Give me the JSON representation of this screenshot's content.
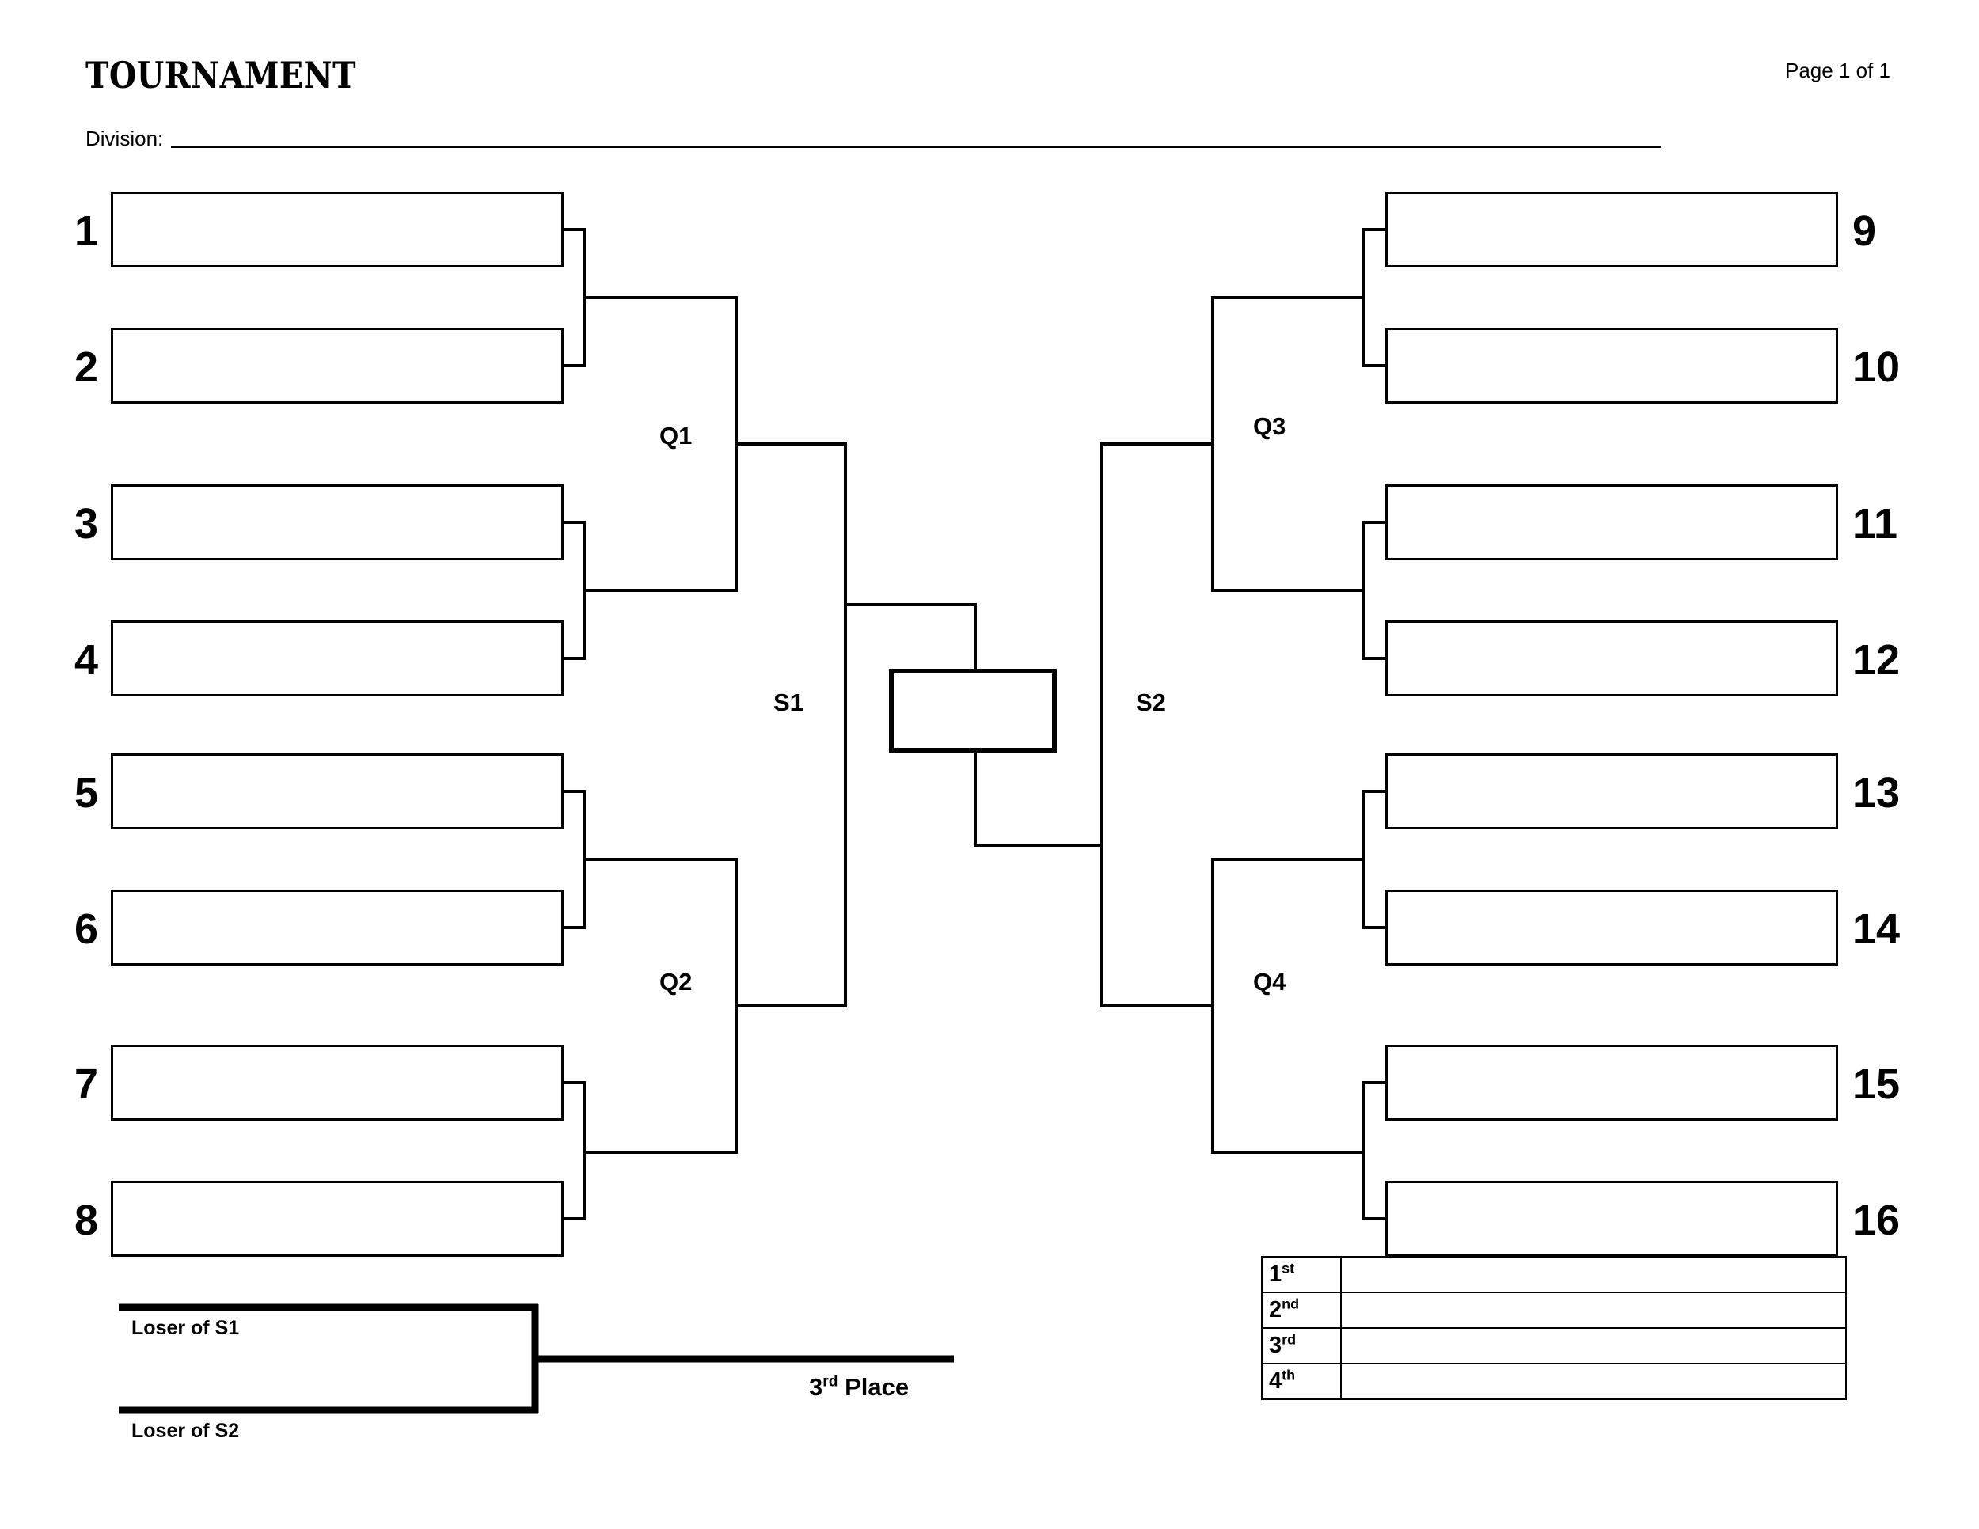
{
  "header": {
    "title": "TOURNAMENT",
    "page_indicator": "Page 1 of 1",
    "division_label": "Division:",
    "division_value": ""
  },
  "colors": {
    "ink": "#000000",
    "paper": "#ffffff"
  },
  "bracket": {
    "left_seeds": [
      "1",
      "2",
      "3",
      "4",
      "5",
      "6",
      "7",
      "8"
    ],
    "right_seeds": [
      "9",
      "10",
      "11",
      "12",
      "13",
      "14",
      "15",
      "16"
    ],
    "left_slot_values": [
      "",
      "",
      "",
      "",
      "",
      "",
      "",
      ""
    ],
    "right_slot_values": [
      "",
      "",
      "",
      "",
      "",
      "",
      "",
      ""
    ],
    "round_labels": {
      "q1": "Q1",
      "q2": "Q2",
      "q3": "Q3",
      "q4": "Q4",
      "s1": "S1",
      "s2": "S2"
    },
    "champion_value": ""
  },
  "consolation": {
    "top_label": "Loser of S1",
    "bottom_label": "Loser of S2",
    "output_label": "3rd Place",
    "top_value": "",
    "bottom_value": "",
    "winner_value": ""
  },
  "placement": {
    "rows": [
      {
        "rank": "1",
        "suffix": "st",
        "value": ""
      },
      {
        "rank": "2",
        "suffix": "nd",
        "value": ""
      },
      {
        "rank": "3",
        "suffix": "rd",
        "value": ""
      },
      {
        "rank": "4",
        "suffix": "th",
        "value": ""
      }
    ]
  }
}
